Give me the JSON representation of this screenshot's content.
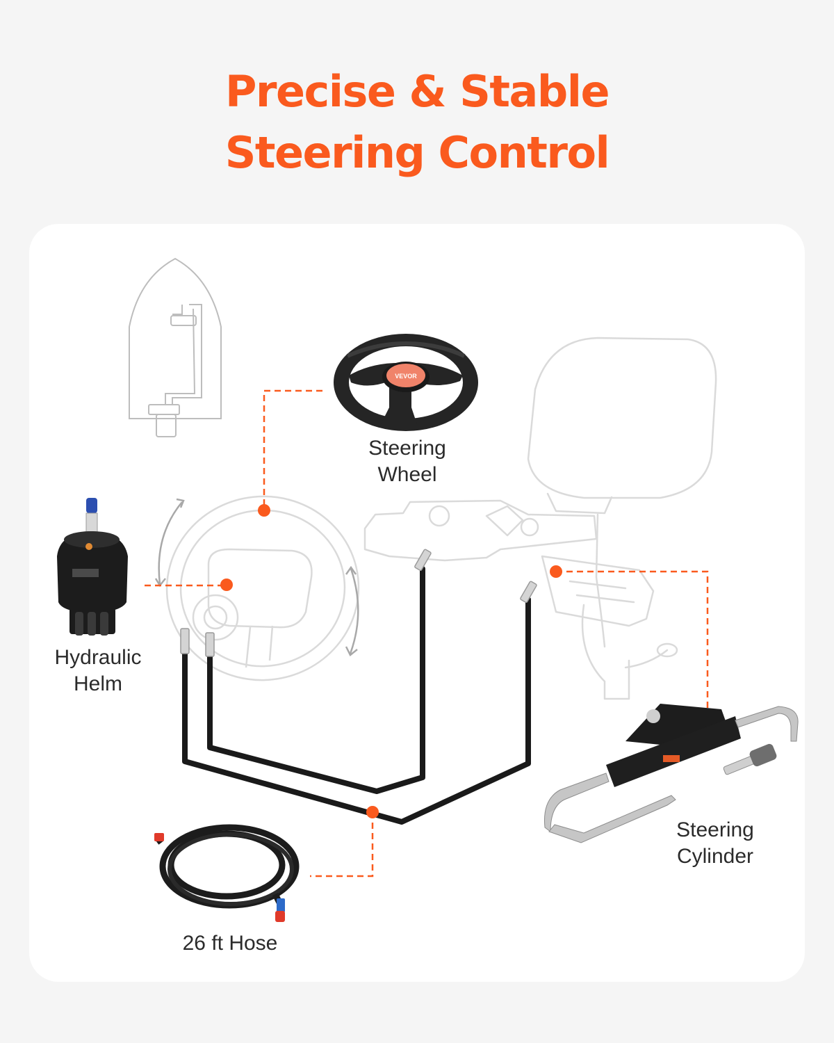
{
  "header": {
    "title_line1": "Precise & Stable",
    "title_line2": "Steering Control"
  },
  "components": {
    "steering_wheel": {
      "line1": "Steering",
      "line2": "Wheel",
      "brand": "VEVOR"
    },
    "hydraulic_helm": {
      "line1": "Hydraulic",
      "line2": "Helm"
    },
    "steering_cylinder": {
      "line1": "Steering",
      "line2": "Cylinder"
    },
    "hose": {
      "label": "26 ft Hose"
    }
  },
  "colors": {
    "accent": "#fa5a1e",
    "background": "#f5f5f5",
    "card": "#ffffff",
    "outline": "#d8d8d8",
    "hose": "#1a1a1a",
    "text": "#2b2b2b"
  }
}
